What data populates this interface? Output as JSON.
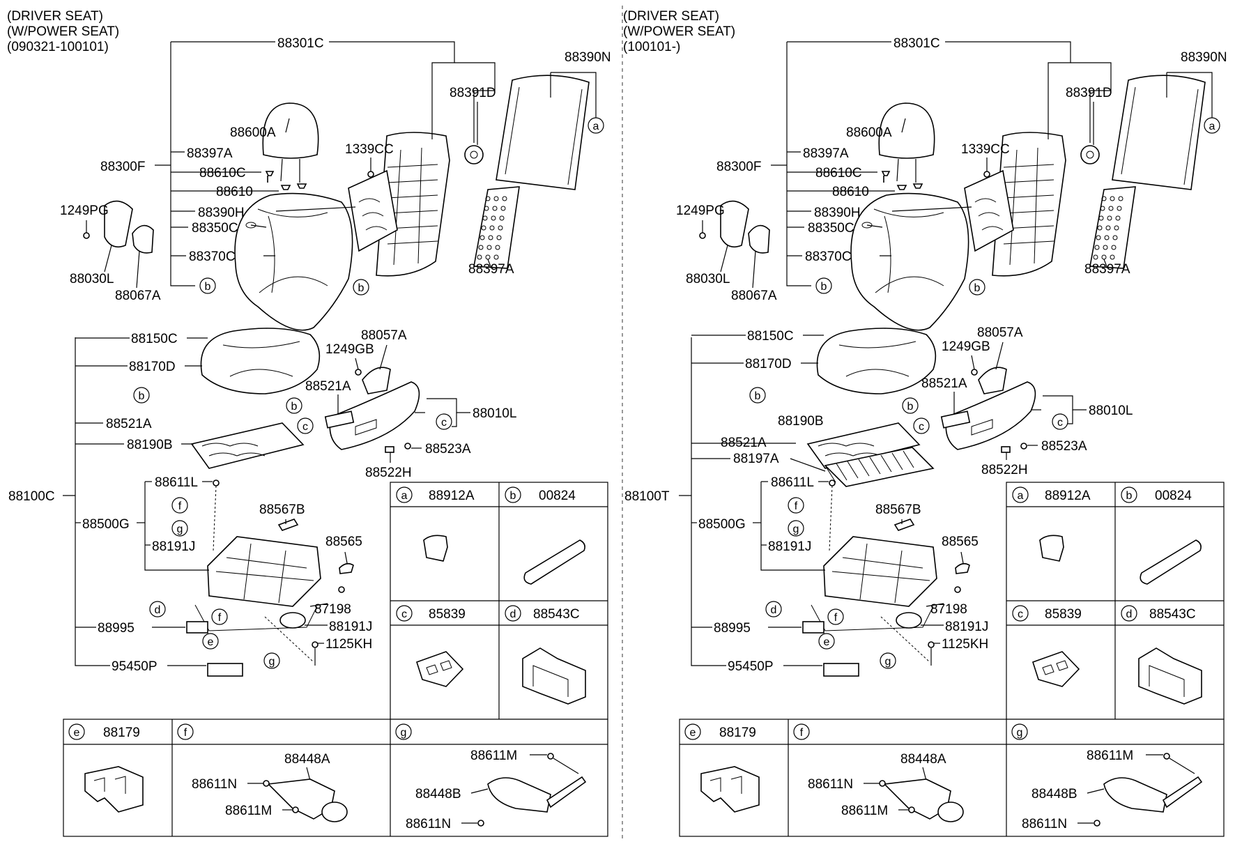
{
  "panels": [
    {
      "header": [
        "(DRIVER SEAT)",
        "(W/POWER SEAT)",
        "(090321-100101)"
      ],
      "labels": {
        "assy_back": "88301C",
        "back_cover": "88390N",
        "lever": "88391D",
        "headrest": "88600A",
        "screw_1339": "1339CC",
        "back_set": "88300F",
        "pad_397": "88397A",
        "guide_610c": "88610C",
        "guide_610": "88610",
        "cover_390h": "88390H",
        "bolt_1249pg": "1249PG",
        "pad_350c": "88350C",
        "cover_370c": "88370C",
        "cover_030l": "88030L",
        "cover_067a": "88067A",
        "mat_397a": "88397A",
        "cush_150c": "88150C",
        "cover_057a": "88057A",
        "bolt_1249gb": "1249GB",
        "cover_170d": "88170D",
        "switch_521a_top": "88521A",
        "shield": "88010L",
        "knob_521a": "88521A",
        "mat_190b": "88190B",
        "knob_523a": "88523A",
        "knob_522h": "88522H",
        "extra_197a": "",
        "cushion_assy": "88100C",
        "bolt_611l": "88611L",
        "cover_567b": "88567B",
        "frame_500g": "88500G",
        "cover_565": "88565",
        "motor_191j": "88191J",
        "clip_198": "87198",
        "motor_191j_b": "88191J",
        "module_995": "88995",
        "screw_1125": "1125KH",
        "unit_450p": "95450P"
      },
      "callouts": {
        "a": "88912A",
        "b": "00824",
        "c": "85839",
        "d": "88543C",
        "e": "88179",
        "f": "",
        "g": ""
      },
      "f_labels": [
        "88448A",
        "88611N",
        "88611M"
      ],
      "g_labels": [
        "88611M",
        "88448B",
        "88611N"
      ]
    },
    {
      "header": [
        "(DRIVER SEAT)",
        "(W/POWER SEAT)",
        "(100101-)"
      ],
      "labels": {
        "assy_back": "88301C",
        "back_cover": "88390N",
        "lever": "88391D",
        "headrest": "88600A",
        "screw_1339": "1339CC",
        "back_set": "88300F",
        "pad_397": "88397A",
        "guide_610c": "88610C",
        "guide_610": "88610",
        "cover_390h": "88390H",
        "bolt_1249pg": "1249PG",
        "pad_350c": "88350C",
        "cover_370c": "88370C",
        "cover_030l": "88030L",
        "cover_067a": "88067A",
        "mat_397a": "88397A",
        "cush_150c": "88150C",
        "cover_057a": "88057A",
        "bolt_1249gb": "1249GB",
        "cover_170d": "88170D",
        "switch_521a_top": "88521A",
        "shield": "88010L",
        "knob_521a": "88521A",
        "mat_190b": "88190B",
        "knob_523a": "88523A",
        "knob_522h": "88522H",
        "extra_197a": "88197A",
        "cushion_assy": "88100T",
        "bolt_611l": "88611L",
        "cover_567b": "88567B",
        "frame_500g": "88500G",
        "cover_565": "88565",
        "motor_191j": "88191J",
        "clip_198": "87198",
        "motor_191j_b": "88191J",
        "module_995": "88995",
        "screw_1125": "1125KH",
        "unit_450p": "95450P"
      },
      "callouts": {
        "a": "88912A",
        "b": "00824",
        "c": "85839",
        "d": "88543C",
        "e": "88179",
        "f": "",
        "g": ""
      },
      "f_labels": [
        "88448A",
        "88611N",
        "88611M"
      ],
      "g_labels": [
        "88611M",
        "88448B",
        "88611N"
      ]
    }
  ]
}
